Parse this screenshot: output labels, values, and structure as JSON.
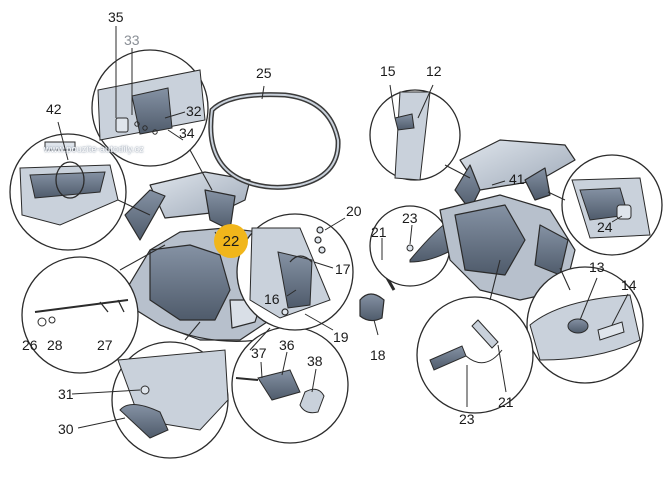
{
  "watermark": "www.pouzite-autodily.cz",
  "highlight_label": "22",
  "colors": {
    "accent": "#f1b61b",
    "panel": "#c9d1db",
    "panel_dark": "#8e9aab",
    "outline": "#2b2b2b"
  },
  "labels": {
    "l35": "35",
    "l33": "33",
    "l32": "32",
    "l34": "34",
    "l42": "42",
    "l25": "25",
    "l15": "15",
    "l12": "12",
    "l41": "41",
    "l24": "24",
    "l20": "20",
    "l17": "17",
    "l16": "16",
    "l19": "19",
    "l18": "18",
    "l21a": "21",
    "l23a": "23",
    "l13": "13",
    "l14": "14",
    "l26": "26",
    "l28": "28",
    "l27": "27",
    "l37": "37",
    "l36": "36",
    "l38": "38",
    "l31": "31",
    "l30": "30",
    "l23b": "23",
    "l21b": "21"
  }
}
